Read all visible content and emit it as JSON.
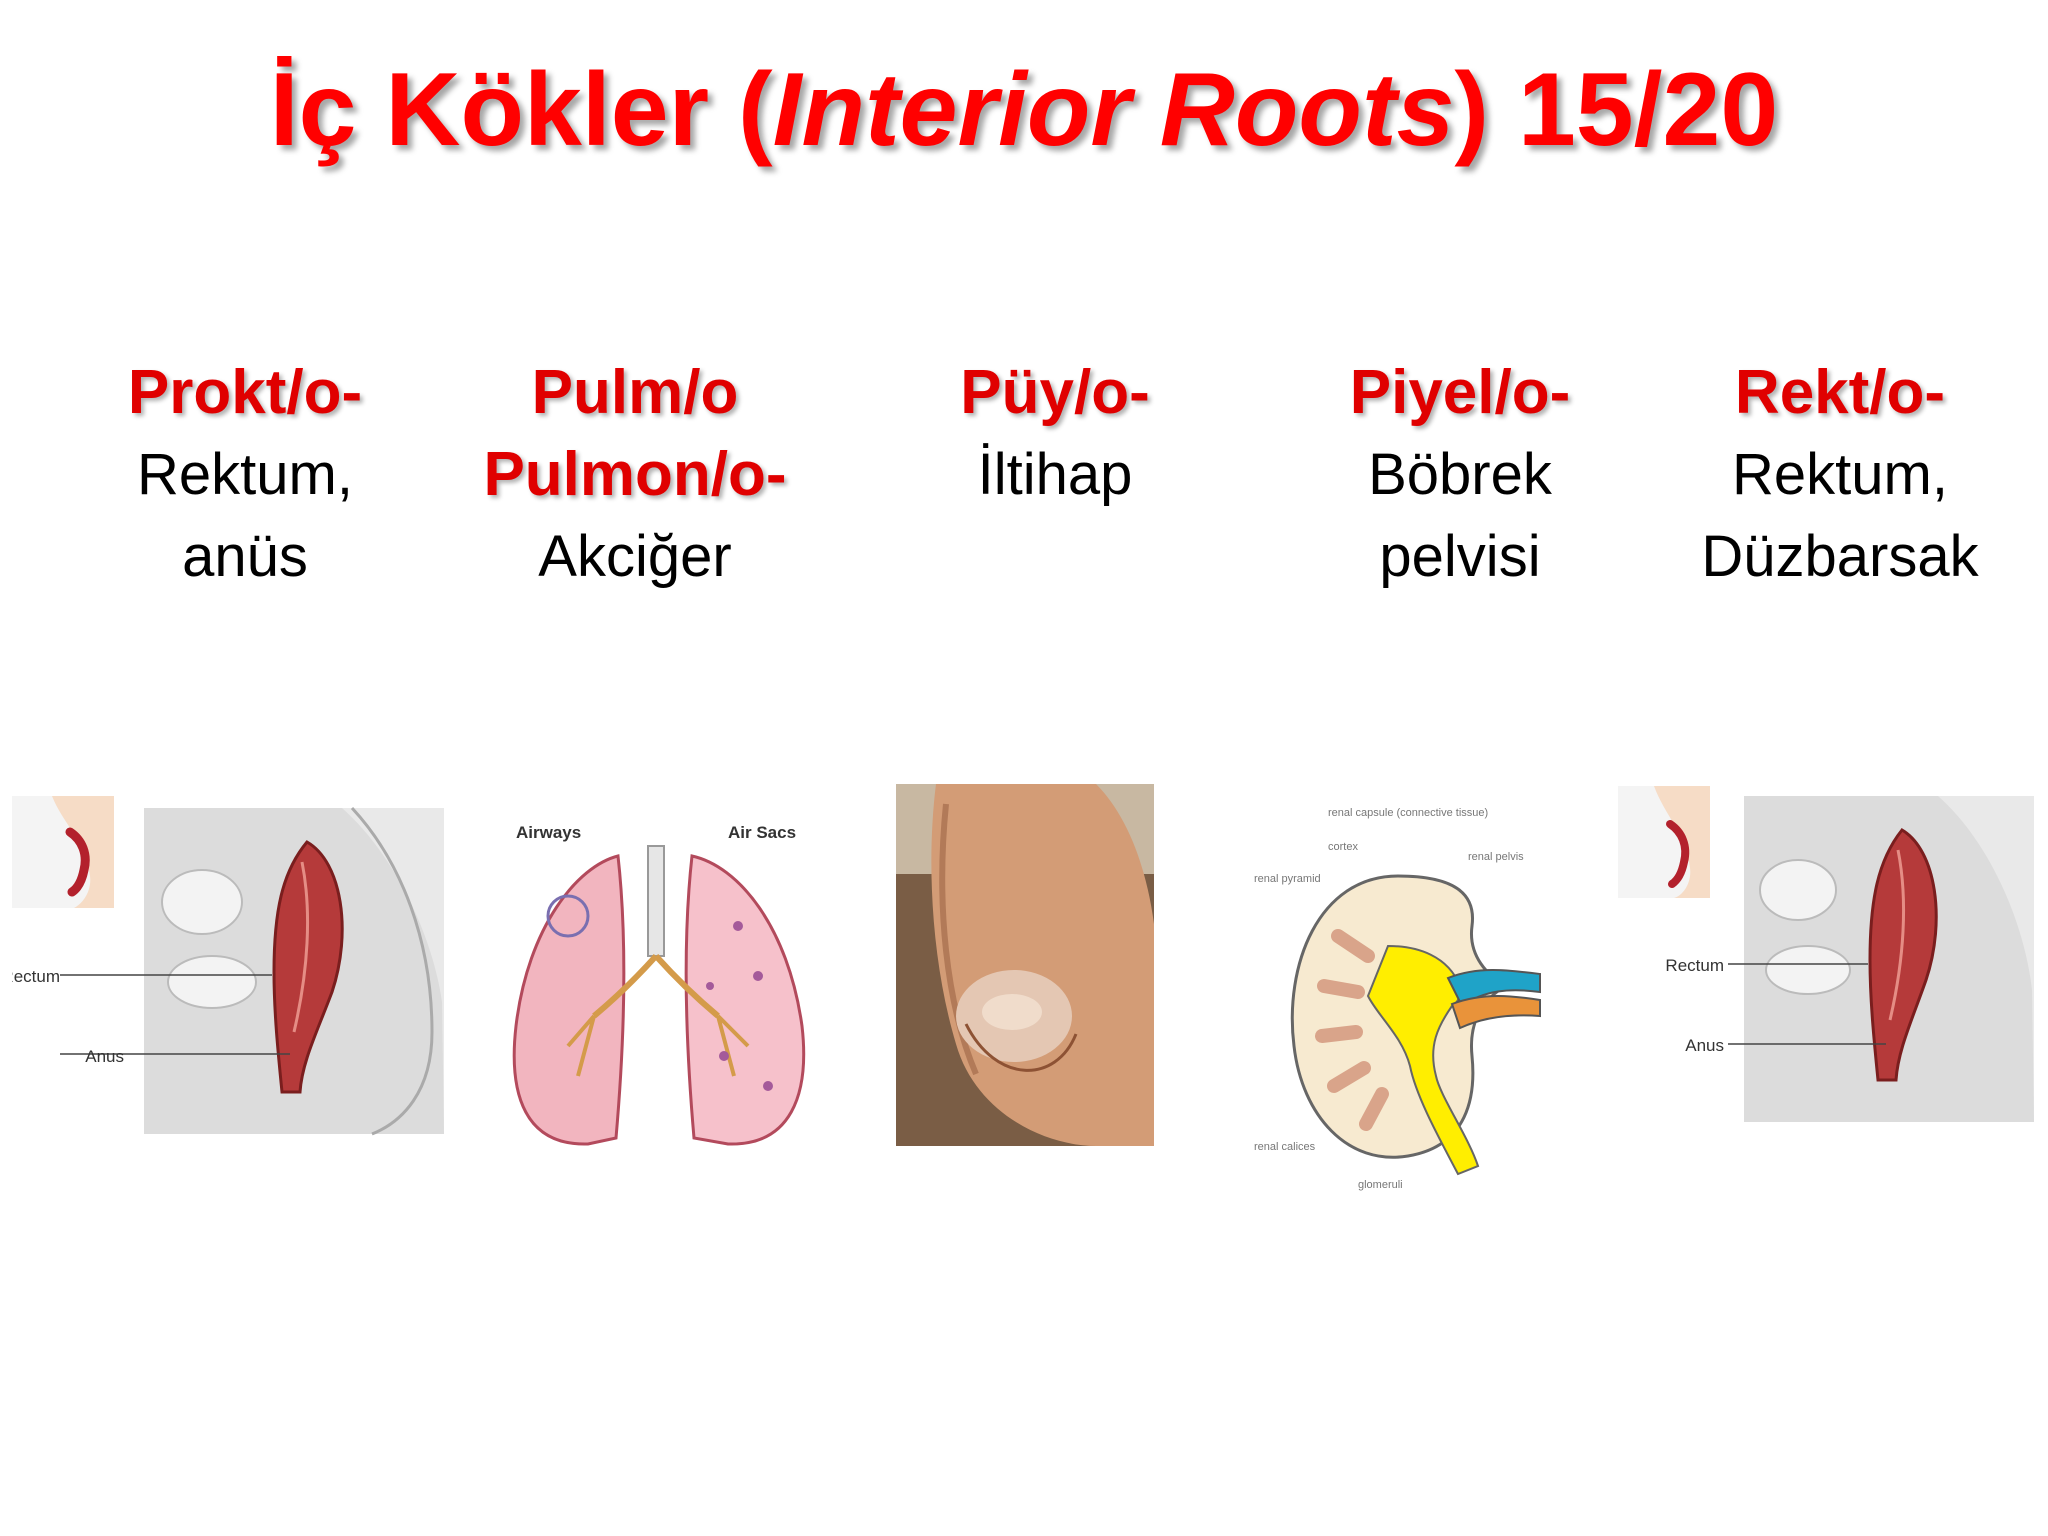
{
  "title": {
    "prefix": "İç Kökler (",
    "italic": "Interior Roots",
    "suffix": ") 15/20"
  },
  "terms": [
    {
      "root": [
        "Prokt/o-"
      ],
      "meaning": [
        "Rektum,",
        "anüs"
      ]
    },
    {
      "root": [
        "Pulm/o",
        "Pulmon/o-"
      ],
      "meaning": [
        "Akciğer"
      ]
    },
    {
      "root": [
        "Püy/o-"
      ],
      "meaning": [
        "İltihap"
      ]
    },
    {
      "root": [
        "Piyel/o-"
      ],
      "meaning": [
        "Böbrek",
        "pelvisi"
      ]
    },
    {
      "root": [
        "Rekt/o-"
      ],
      "meaning": [
        "Rektum,",
        "Düzbarsak"
      ]
    }
  ],
  "images": {
    "rectum_left": {
      "labels": [
        "Rectum",
        "Anus"
      ]
    },
    "lungs": {
      "labels": [
        "Airways",
        "Air Sacs"
      ]
    },
    "kidney": {
      "labels": [
        "renal capsule (connective tissue)",
        "cortex",
        "renal pelvis",
        "renal pyramid",
        "renal calices",
        "glomeruli"
      ]
    },
    "rectum_right": {
      "labels": [
        "Rectum",
        "Anus"
      ]
    }
  }
}
